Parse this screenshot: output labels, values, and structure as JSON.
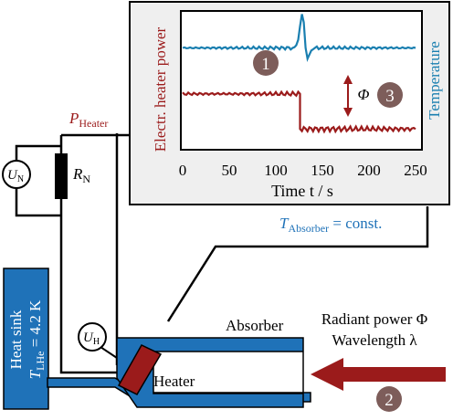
{
  "inset_plot": {
    "axis_label_time_var": "t",
    "ylabel_left": "Electr. heater power",
    "ylabel_right": "Temperature",
    "x_ticks": [
      "0",
      "50",
      "100",
      "150",
      "200",
      "250"
    ],
    "markers": {
      "m1": "1",
      "m3": "3"
    },
    "phi_symbol": "Φ",
    "colors": {
      "temperature": "#1a7fb0",
      "heater": "#9b1b1b"
    }
  },
  "chart_data": {
    "type": "line",
    "xlabel": "Time t / s",
    "xlim": [
      0,
      250
    ],
    "x_ticks": [
      0,
      50,
      100,
      150,
      200,
      250
    ],
    "series": [
      {
        "name": "Temperature",
        "x": [
          0,
          118,
          120,
          122,
          124,
          126,
          128,
          130,
          132,
          134,
          136,
          138,
          140,
          250
        ],
        "y": [
          0.74,
          0.74,
          0.745,
          0.76,
          0.8,
          0.9,
          0.99,
          0.93,
          0.74,
          0.66,
          0.69,
          0.72,
          0.74,
          0.74
        ]
      },
      {
        "name": "Electr. heater power",
        "x": [
          0,
          126,
          126,
          250
        ],
        "y": [
          0.4,
          0.4,
          0.14,
          0.14
        ]
      }
    ],
    "annotation": "Φ"
  },
  "labels": {
    "p_heater_main": "P",
    "p_heater_sub": "Heater",
    "un_main": "U",
    "un_sub": "N",
    "rn_main": "R",
    "rn_sub": "N",
    "uh_main": "U",
    "uh_sub": "H",
    "t_abs_main": "T",
    "t_abs_sub": "Absorber",
    "t_abs_rest": " = const.",
    "absorber": "Absorber",
    "heater": "Heater",
    "heat_sink_line1": "Heat sink",
    "heat_sink_T": "T",
    "heat_sink_sub": "LHe",
    "heat_sink_rest": " = 4.2 K",
    "radiant_line1": "Radiant power Φ",
    "radiant_line2": "Wavelength λ",
    "marker2": "2"
  },
  "colors": {
    "blue": "#1f72b8",
    "red": "#9b1b1b",
    "teal": "#1a7fb0",
    "panel_bg": "#efefef",
    "marker_bg": "#7d5d5a"
  }
}
